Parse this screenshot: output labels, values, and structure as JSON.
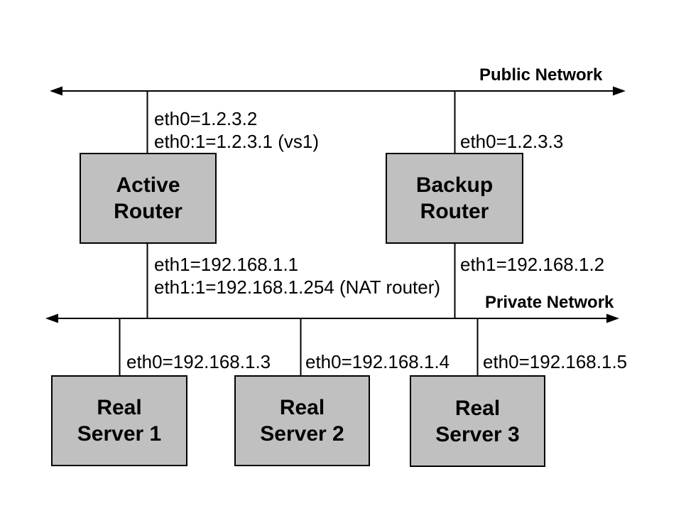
{
  "networks": {
    "public": {
      "label": "Public Network"
    },
    "private": {
      "label": "Private Network"
    }
  },
  "nodes": {
    "active_router": {
      "label": "Active\nRouter"
    },
    "backup_router": {
      "label": "Backup\nRouter"
    },
    "real_server_1": {
      "label": "Real\nServer 1"
    },
    "real_server_2": {
      "label": "Real\nServer 2"
    },
    "real_server_3": {
      "label": "Real\nServer 3"
    }
  },
  "interfaces": {
    "active_router_eth0": "eth0=1.2.3.2",
    "active_router_eth0_alias": "eth0:1=1.2.3.1 (vs1)",
    "backup_router_eth0": "eth0=1.2.3.3",
    "active_router_eth1": "eth1=192.168.1.1",
    "active_router_eth1_alias": "eth1:1=192.168.1.254 (NAT router)",
    "backup_router_eth1": "eth1=192.168.1.2",
    "real_server_1_eth0": "eth0=192.168.1.3",
    "real_server_2_eth0": "eth0=192.168.1.4",
    "real_server_3_eth0": "eth0=192.168.1.5"
  },
  "colors": {
    "background": "#ffffff",
    "node_fill": "#c0c0c0",
    "node_border": "#000000",
    "line": "#000000",
    "text": "#000000"
  }
}
